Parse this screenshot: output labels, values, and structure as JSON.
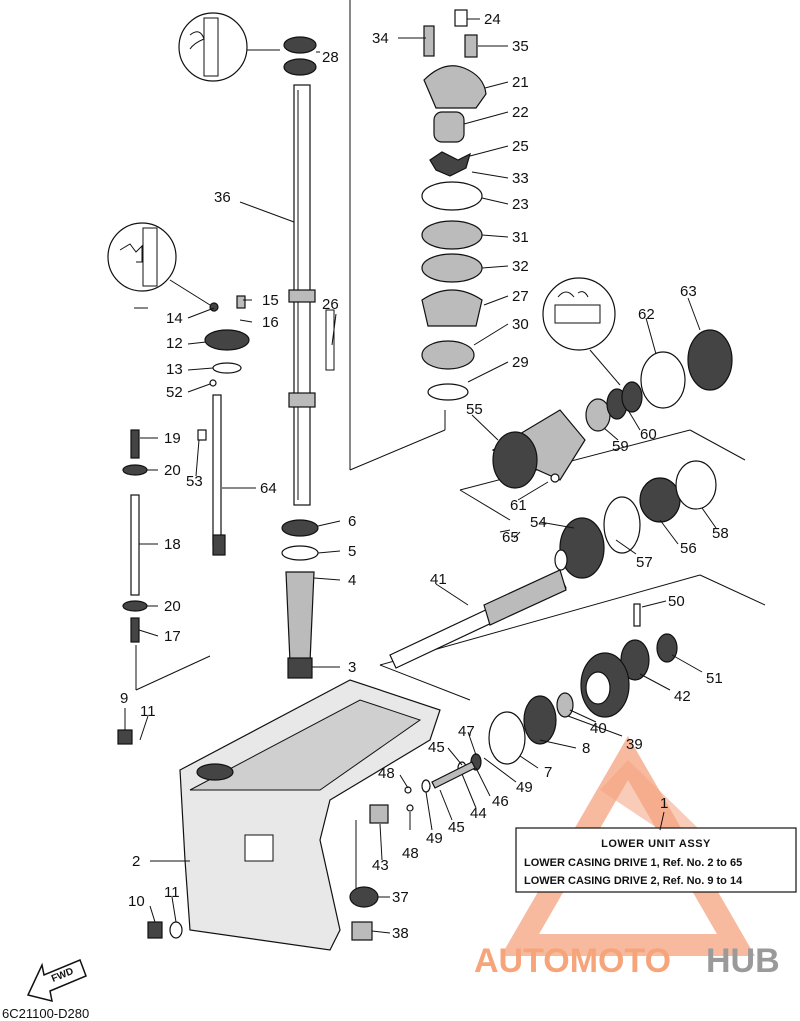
{
  "diagram": {
    "code": "6C21100-D280",
    "fwd_label": "FWD",
    "info_box": {
      "title": "LOWER UNIT ASSY",
      "line1": "LOWER CASING DRIVE 1, Ref. No. 2 to 65",
      "line2": "LOWER CASING DRIVE 2, Ref. No. 9 to 14"
    },
    "watermark": {
      "part1": "AUTOMOTO",
      "part2": "HUB",
      "color_orange": "#f08a5d",
      "color_gray": "#8c8c8c"
    },
    "labels": {
      "l1": "1",
      "l2": "2",
      "l3": "3",
      "l4": "4",
      "l5": "5",
      "l6": "6",
      "l7": "7",
      "l8": "8",
      "l9": "9",
      "l10": "10",
      "l11a": "11",
      "l11b": "11",
      "l12": "12",
      "l13": "13",
      "l14": "14",
      "l15": "15",
      "l16": "16",
      "l17": "17",
      "l18": "18",
      "l19": "19",
      "l20a": "20",
      "l20b": "20",
      "l21": "21",
      "l22": "22",
      "l23": "23",
      "l24": "24",
      "l25": "25",
      "l26": "26",
      "l27": "27",
      "l28": "28",
      "l29": "29",
      "l30": "30",
      "l31": "31",
      "l32": "32",
      "l33": "33",
      "l34": "34",
      "l35": "35",
      "l36": "36",
      "l37": "37",
      "l38": "38",
      "l39": "39",
      "l40": "40",
      "l41": "41",
      "l42": "42",
      "l43": "43",
      "l44": "44",
      "l45a": "45",
      "l45b": "45",
      "l46": "46",
      "l47": "47",
      "l48a": "48",
      "l48b": "48",
      "l49a": "49",
      "l49b": "49",
      "l50": "50",
      "l51": "51",
      "l52": "52",
      "l53": "53",
      "l54": "54",
      "l55": "55",
      "l56": "56",
      "l57": "57",
      "l58": "58",
      "l59": "59",
      "l60": "60",
      "l61": "61",
      "l62": "62",
      "l63": "63",
      "l64": "64",
      "l65": "65"
    }
  }
}
